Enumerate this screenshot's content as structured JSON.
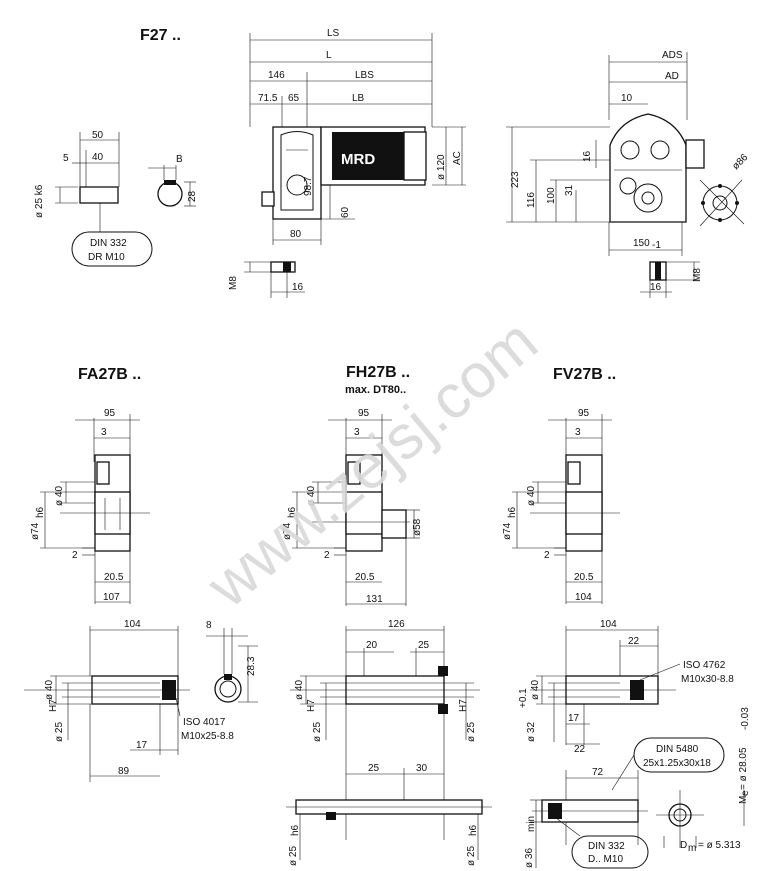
{
  "titles": {
    "f27": "F27 ..",
    "fa27b": "FA27B ..",
    "fh27b": "FH27B ..",
    "fh27b_note": "max. DT80..",
    "fv27b": "FV27B .."
  },
  "brand": "MRD",
  "watermark": "www.zejsj.com",
  "labels": {
    "ls": "LS",
    "l": "L",
    "lbs": "LBS",
    "lb": "LB",
    "d146": "146",
    "d71_5": "71.5",
    "d65": "65",
    "d98_7": "98.7",
    "d120": "ø 120",
    "ac": "AC",
    "d60": "60",
    "d80": "80",
    "d50": "50",
    "d5": "5",
    "d40": "40",
    "b": "B",
    "d25k6": "ø 25 k6",
    "d28": "28",
    "din332": "DIN 332",
    "drm10": "DR M10",
    "m8": "M8",
    "d16": "16",
    "ads": "ADS",
    "ad": "AD",
    "d10": "10",
    "d223": "223",
    "d116": "116",
    "d100": "100",
    "d31": "31",
    "d16b": "16",
    "d150": "150",
    "d150sub": "-1",
    "phi86": "ø86",
    "m8b": "M8",
    "d16c": "16",
    "fa_95": "95",
    "fa_3": "3",
    "fa_40": "ø 40",
    "fa_74": "ø74",
    "fa_74sub": "h6",
    "fa_2": "2",
    "fa_20_5": "20.5",
    "fa_107": "107",
    "fh_95": "95",
    "fh_3": "3",
    "fh_40": "ø 40",
    "fh_74": "ø74",
    "fh_74sub": "h6",
    "fh_58": "ø58",
    "fh_2": "2",
    "fh_20_5": "20.5",
    "fh_131": "131",
    "fv_95": "95",
    "fv_3": "3",
    "fv_40": "ø 40",
    "fv_74": "ø74",
    "fv_74sub": "h6",
    "fv_2": "2",
    "fv_20_5": "20.5",
    "fv_104": "104",
    "fa_104": "104",
    "fa_8": "8",
    "fa_28_3": "28.3",
    "fa_phi40": "ø 40",
    "fa_phi25": "ø 25",
    "fa_phi25sub": "H7",
    "fa_17": "17",
    "fa_89": "89",
    "fa_iso": "ISO 4017",
    "fa_iso2": "M10x25-8.8",
    "fh_126": "126",
    "fh_20": "20",
    "fh_25": "25",
    "fh_phi40": "ø 40",
    "fh_phi25": "ø 25",
    "fh_phi25sub": "H7",
    "fh_phi25r": "ø 25",
    "fh_phi25rsub": "H7",
    "fh_25b": "25",
    "fh_30": "30",
    "fh_phi25h6": "ø 25",
    "fh_phi25h6sub": "h6",
    "fh_phi25h6r": "ø 25",
    "fh_phi25h6rsub": "h6",
    "fv_104b": "104",
    "fv_22": "22",
    "fv_iso": "ISO 4762",
    "fv_iso2": "M10x30-8.8",
    "fv_phi40": "ø 40",
    "fv_phi32": "ø 32",
    "fv_phi32sub": "+0.1",
    "fv_17": "17",
    "fv_22b": "22",
    "fv_din5480": "DIN 5480",
    "fv_din5480b": "25x1.25x30x18",
    "fv_72": "72",
    "fv_phi36": "ø 36",
    "fv_phi36sub": "min",
    "fv_din332": "DIN 332",
    "fv_din332b": "D.. M10",
    "fv_me": "M",
    "fv_mesub": "e",
    "fv_me_val": "= ø 28.05",
    "fv_me_tol": "-0.03",
    "fv_dm": "D",
    "fv_dmsub": "m",
    "fv_dm_val": "= ø 5.313"
  }
}
